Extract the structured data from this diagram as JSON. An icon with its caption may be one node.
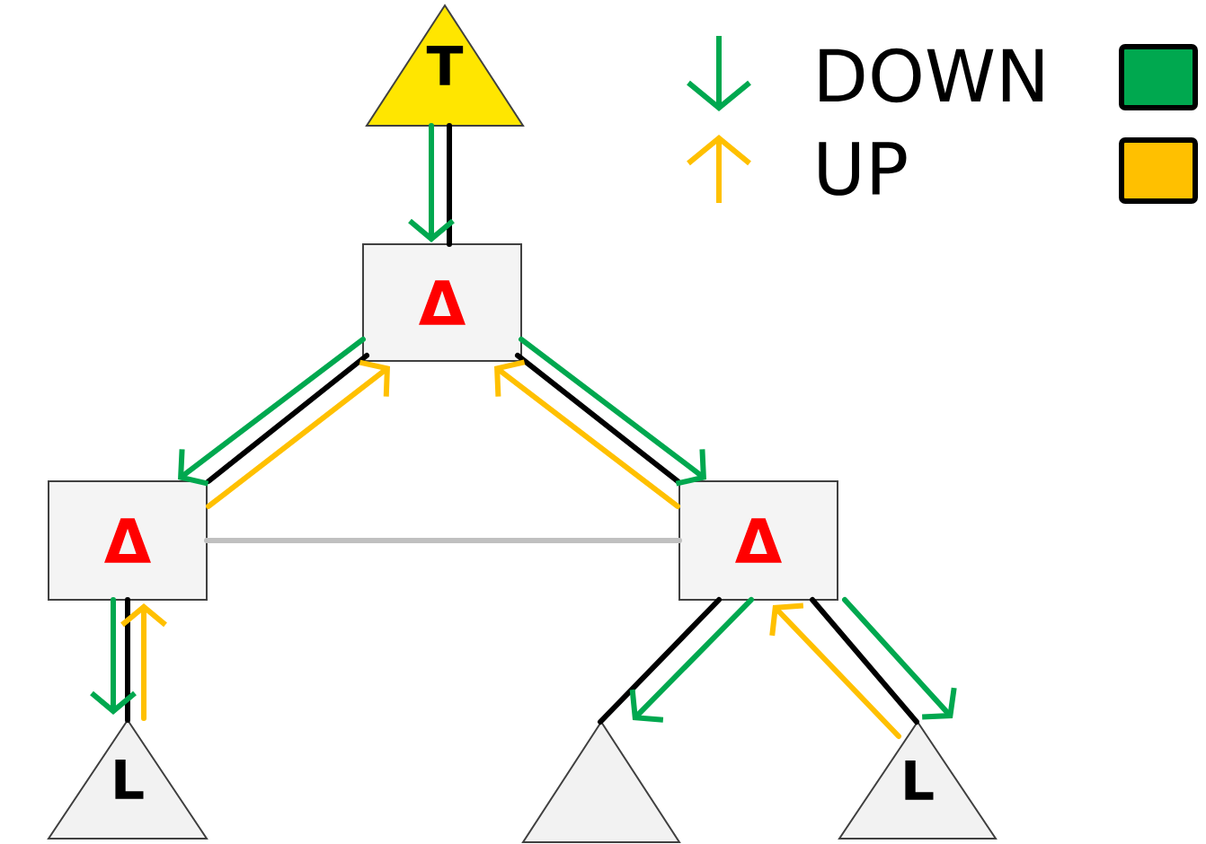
{
  "diagram": {
    "nodes": [
      {
        "text": [
          "T"
        ]
      },
      {
        "text": [
          "Δ"
        ]
      },
      {
        "text": [
          "Δ"
        ]
      },
      {
        "text": [
          "Δ"
        ]
      },
      {
        "text": [
          "L"
        ]
      },
      {
        "text": [],
        "shape": "triangle"
      },
      {
        "text": [
          "L"
        ]
      }
    ],
    "edges": [
      {
        "from": 0,
        "to": 1,
        "arrow": "none"
      },
      {
        "from": 1,
        "to": 2,
        "arrow": "none"
      },
      {
        "from": 1,
        "to": 3,
        "arrow": "none"
      },
      {
        "from": 2,
        "to": 4,
        "arrow": "none"
      },
      {
        "from": 3,
        "to": 5,
        "arrow": "none"
      },
      {
        "from": 3,
        "to": 6,
        "arrow": "none"
      },
      {
        "from": 2,
        "to": 3,
        "arrow": "none",
        "color": "#c0c0c0"
      },
      {
        "from": 0,
        "to": 1,
        "arrow": "to",
        "color": "#00a84f"
      },
      {
        "from": 1,
        "to": 2,
        "arrow": "to",
        "color": "#00a84f"
      },
      {
        "from": 1,
        "to": 3,
        "arrow": "to",
        "color": "#00a84f"
      },
      {
        "from": 2,
        "to": 4,
        "arrow": "to",
        "color": "#00a84f"
      },
      {
        "from": 3,
        "to": 5,
        "arrow": "to",
        "color": "#00a84f"
      },
      {
        "from": 3,
        "to": 6,
        "arrow": "to",
        "color": "#00a84f"
      },
      {
        "from": 2,
        "to": 1,
        "arrow": "to",
        "color": "#ffc000"
      },
      {
        "from": 3,
        "to": 1,
        "arrow": "to",
        "color": "#ffc000"
      },
      {
        "from": 4,
        "to": 2,
        "arrow": "to",
        "color": "#ffc000"
      },
      {
        "from": 6,
        "to": 3,
        "arrow": "to",
        "color": "#ffc000"
      }
    ],
    "legend": [
      {
        "text": "DOWN",
        "color": "#00a84f"
      },
      {
        "text": "UP",
        "color": "#ffc000"
      }
    ]
  }
}
